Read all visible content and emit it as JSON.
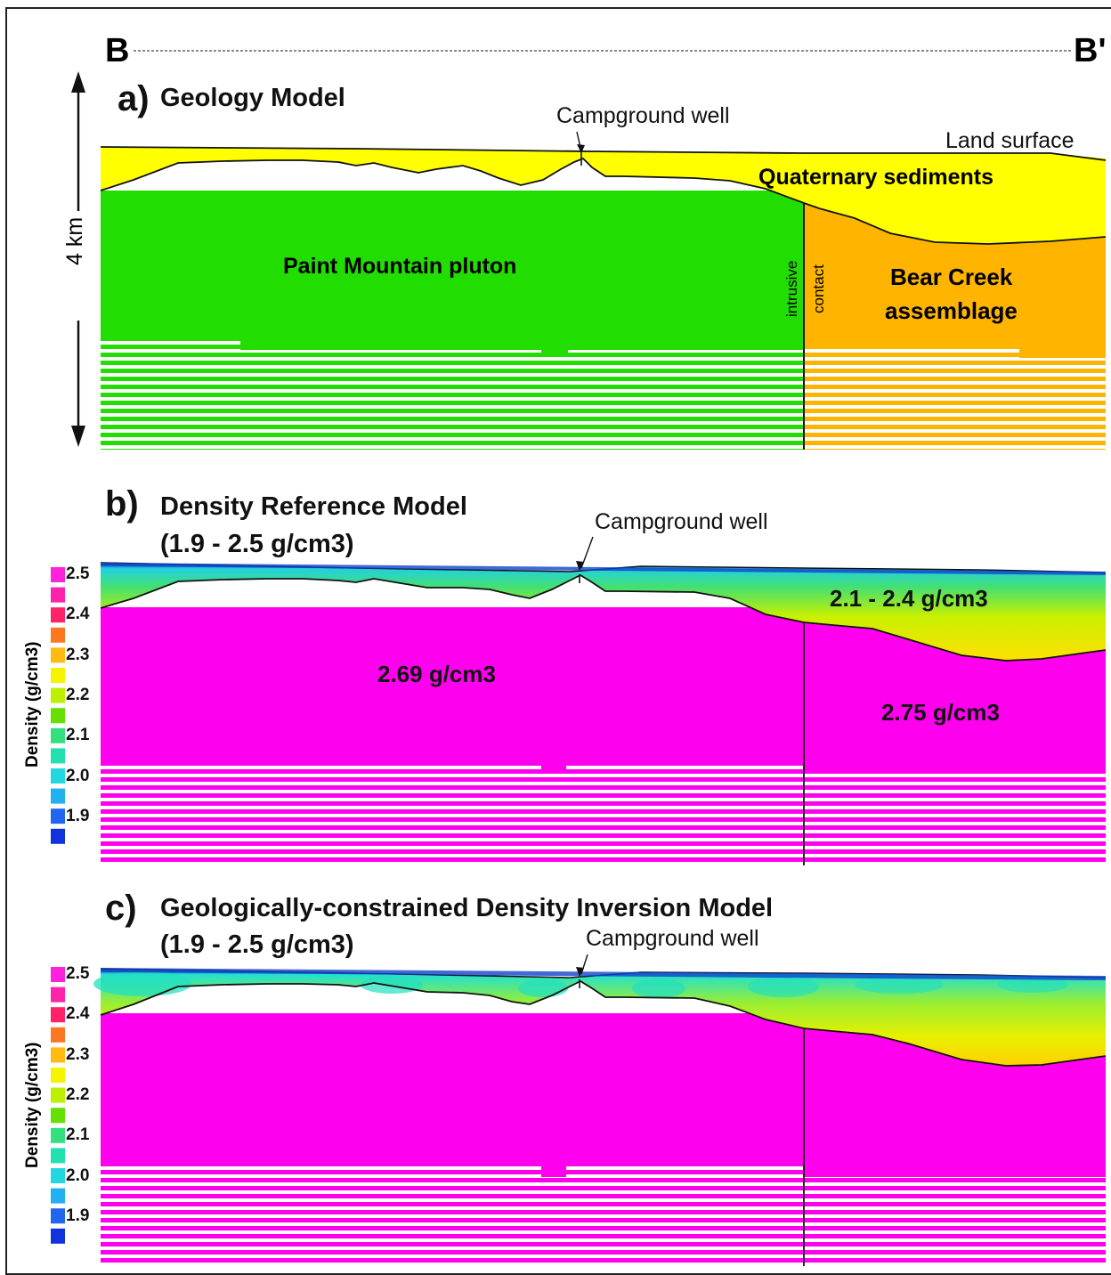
{
  "profile": {
    "start_label": "B",
    "end_label": "B'"
  },
  "scale_bar": {
    "label": "4 km"
  },
  "panel_a": {
    "letter": "a)",
    "title": "Geology Model",
    "well_label": "Campground well",
    "land_surface_label": "Land surface",
    "units": {
      "quaternary": "Quaternary sediments",
      "pluton": "Paint Mountain pluton",
      "bear_creek_line1": "Bear Creek",
      "bear_creek_line2": "assemblage"
    },
    "contact_label_1": "intrusive",
    "contact_label_2": "contact",
    "colors": {
      "sediments": "#ffff00",
      "pluton": "#22dd00",
      "bear_creek": "#ffb400"
    }
  },
  "panel_b": {
    "letter": "b)",
    "title_line1": "Density Reference Model",
    "title_line2": "(1.9 - 2.5 g/cm3)",
    "well_label": "Campground well",
    "sediment_density": "2.1 - 2.4 g/cm3",
    "pluton_density": "2.69 g/cm3",
    "bear_creek_density": "2.75 g/cm3"
  },
  "panel_c": {
    "letter": "c)",
    "title_line1": "Geologically-constrained Density Inversion Model",
    "title_line2": "(1.9 - 2.5 g/cm3)",
    "well_label": "Campground well"
  },
  "density_scale": {
    "axis_label": "Density (g/cm3)",
    "ticks": [
      "2.5",
      "2.4",
      "2.3",
      "2.2",
      "2.1",
      "2.0",
      "1.9"
    ],
    "swatches": [
      "#ff22dd",
      "#ff22aa",
      "#ff2266",
      "#ff7722",
      "#ffbb11",
      "#f4f400",
      "#bbf000",
      "#66e000",
      "#33e080",
      "#22e0b0",
      "#22d8e0",
      "#22b0f0",
      "#2266f0",
      "#1133dd"
    ]
  }
}
